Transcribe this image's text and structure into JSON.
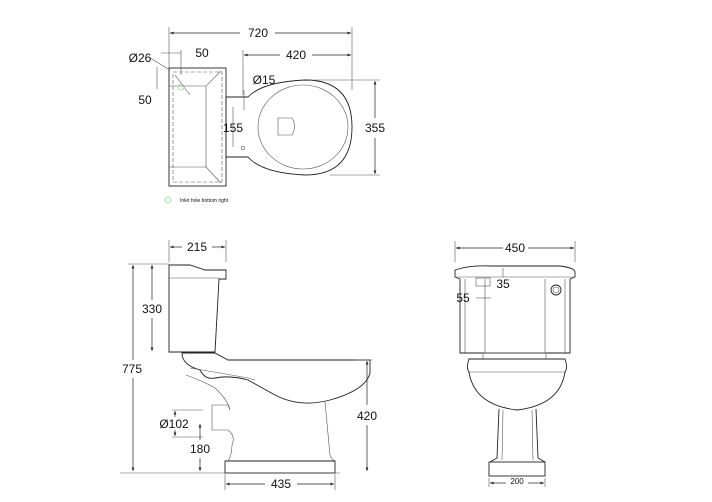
{
  "top_view": {
    "overall_width": "720",
    "bowl_length": "420",
    "inlet_diameter": "Ø26",
    "inlet_offset_x": "50",
    "inlet_offset_y": "50",
    "fixing_hole_diameter": "Ø15",
    "fixing_hole_spacing": "155",
    "bowl_width": "355",
    "legend_text": "Inlet hole bottom right",
    "legend_color": "#8fd68f"
  },
  "side_view": {
    "cistern_depth": "215",
    "cistern_height": "330",
    "overall_height": "775",
    "outlet_diameter": "Ø102",
    "outlet_height": "180",
    "seat_height": "420",
    "base_length": "435"
  },
  "front_view": {
    "cistern_width": "450",
    "button_offset_x": "55",
    "button_offset_y": "35",
    "base_width": "200"
  }
}
